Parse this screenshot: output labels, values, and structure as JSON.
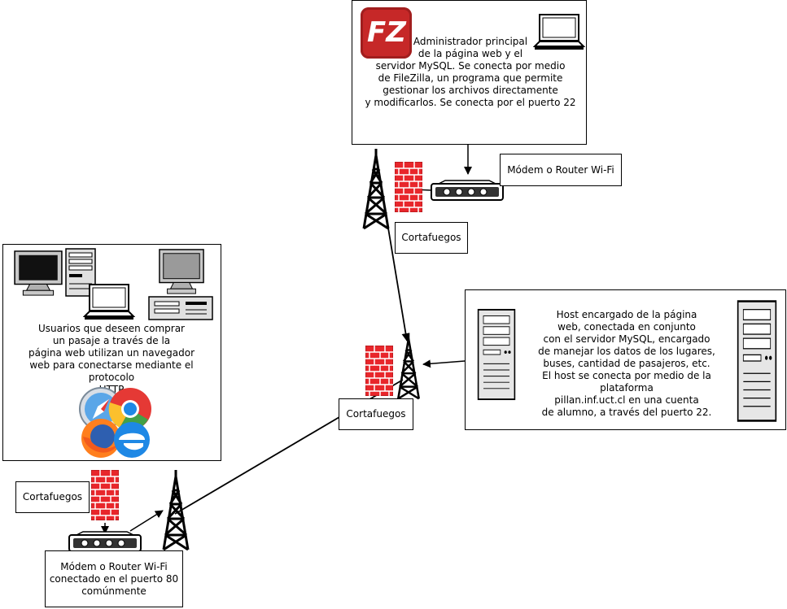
{
  "admin": {
    "description": "Administrador principal\nde la página web y el\nservidor MySQL. Se conecta por medio\nde FileZilla, un programa que permite\ngestionar los archivos directamente\ny modificarlos. Se conecta por el puerto 22",
    "filezilla_logo": "FZ",
    "icons": [
      "filezilla-logo-icon",
      "laptop-icon"
    ]
  },
  "host": {
    "description": "Host encargado de la página\nweb, conectada en conjunto\ncon el servidor MySQL, encargado\nde manejar los datos de los lugares,\nbuses, cantidad de pasajeros, etc.\nEl host se conecta por medio de la plataforma\npillan.inf.uct.cl en una cuenta\nde alumno, a través del puerto 22.",
    "icons": [
      "server-icon",
      "server-tower-icon"
    ]
  },
  "users": {
    "description": "Usuarios que deseen comprar\nun pasaje a través de la\npágina web utilizan un navegador\nweb para conectarse mediante el protocolo\nHTTP",
    "icons": [
      "desktop-monitor-icon",
      "desktop-tower-icon",
      "laptop-icon",
      "desktop-workstation-icon",
      "browser-logos-icon"
    ]
  },
  "labels": {
    "modem_top": "Módem o Router Wi-Fi",
    "firewall_top": "Cortafuegos",
    "firewall_middle": "Cortafuegos",
    "firewall_bottom": "Cortafuegos",
    "modem_bottom": "Módem o Router Wi-Fi\nconectado en el puerto 80\ncomúnmente"
  },
  "colors": {
    "firewall_red": "#e8262b",
    "filezilla_red": "#c62828",
    "line": "#000000"
  }
}
